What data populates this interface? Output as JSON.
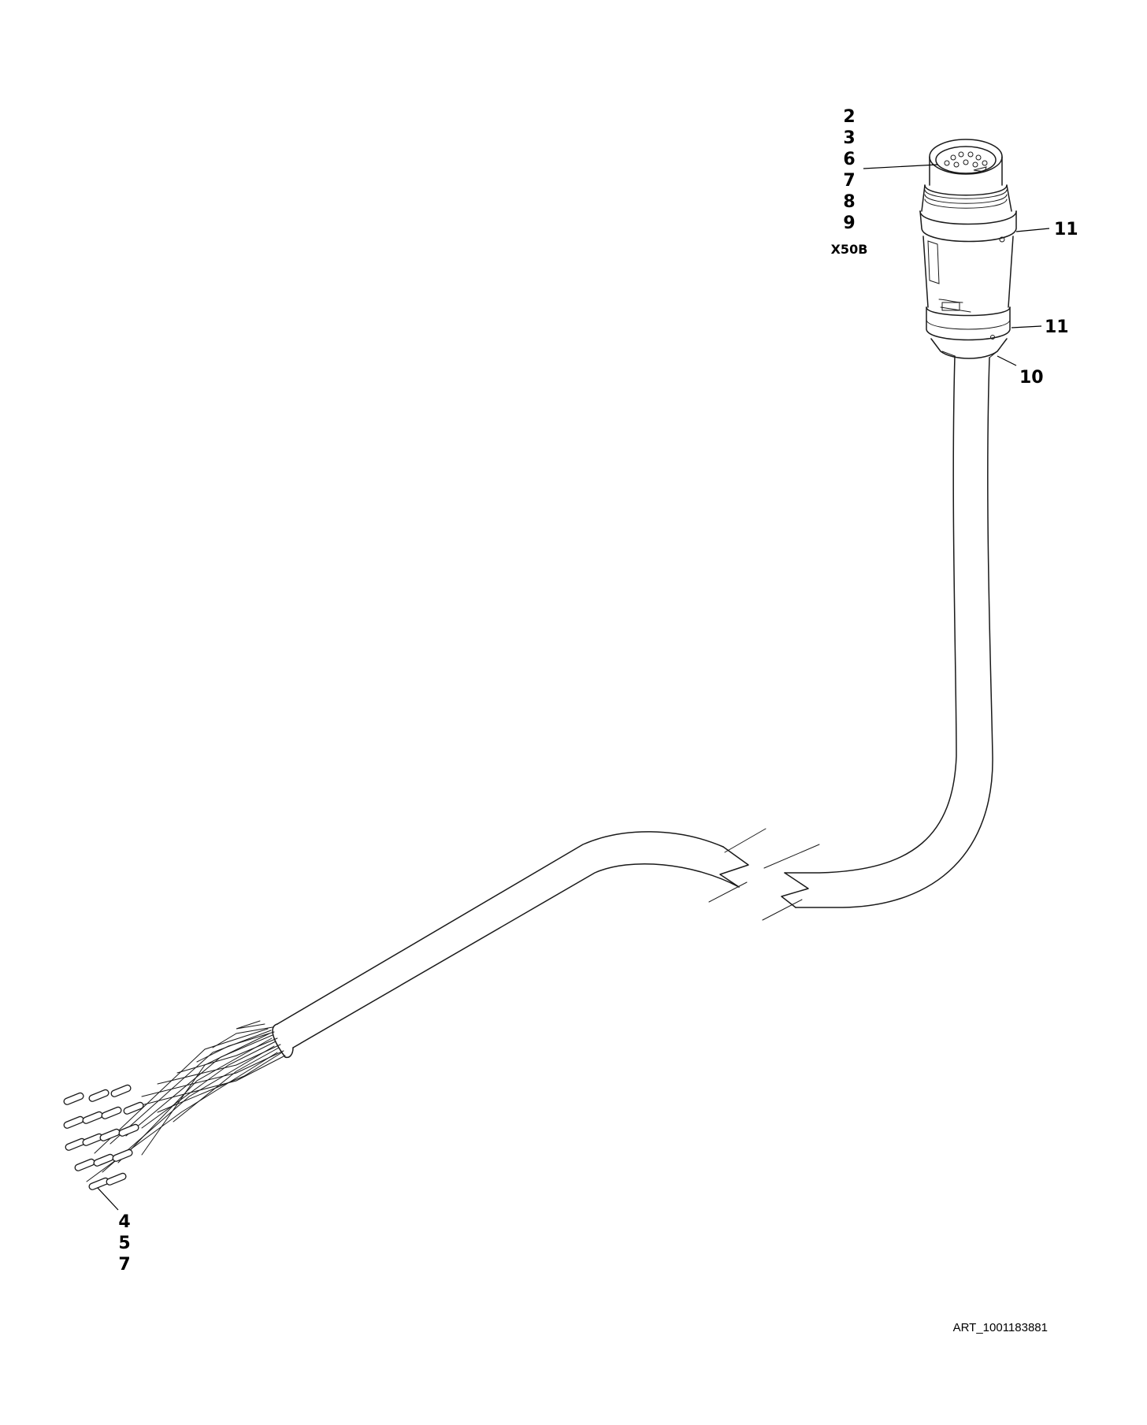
{
  "diagram": {
    "connector_callouts": [
      "2",
      "3",
      "6",
      "7",
      "8",
      "9"
    ],
    "connector_designator": "X50B",
    "right_callouts": {
      "upper_ring": "11",
      "lower_ring": "11",
      "cable_entry": "10"
    },
    "wire_end_callouts": [
      "4",
      "5",
      "7"
    ],
    "art_id": "ART_1001183881"
  }
}
